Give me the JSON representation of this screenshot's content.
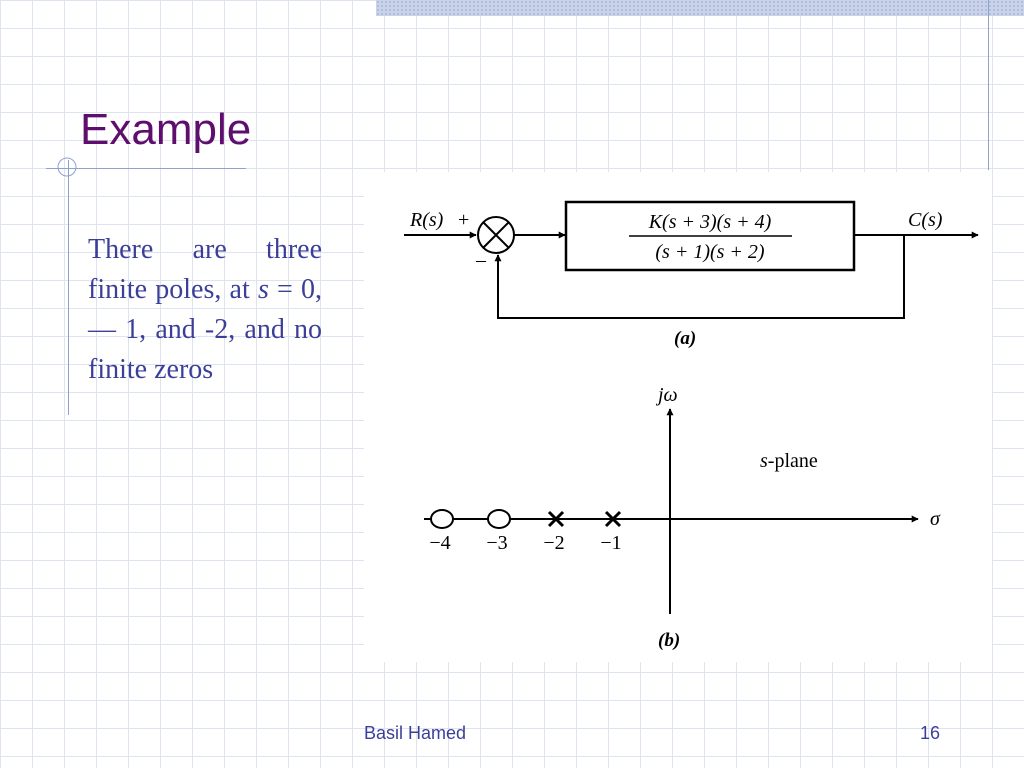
{
  "slide": {
    "title": "Example",
    "body_runs": [
      {
        "text": "There are three finite poles, at "
      },
      {
        "text": "s",
        "italic": true
      },
      {
        "text": " = 0, — 1, and -2, and no finite zeros"
      }
    ],
    "footer_author": "Basil Hamed",
    "page_number": "16"
  },
  "figure_a": {
    "input_label": "R(s)",
    "plus_sign": "+",
    "minus_sign": "–",
    "numerator": "K(s + 3)(s + 4)",
    "denominator": "(s + 1)(s + 2)",
    "output_label": "C(s)",
    "caption": "(a)"
  },
  "figure_b": {
    "vertical_axis_label": "jω",
    "horizontal_axis_label": "σ",
    "plane_label": "s-plane",
    "caption": "(b)",
    "poles": [
      -2,
      -1
    ],
    "zeros": [
      -4,
      -3
    ],
    "tick_labels": [
      "−4",
      "−3",
      "−2",
      "−1"
    ]
  },
  "colors": {
    "title": "#5e0f6e",
    "body_text": "#3b3f99",
    "rule": "#8ea2d0"
  }
}
